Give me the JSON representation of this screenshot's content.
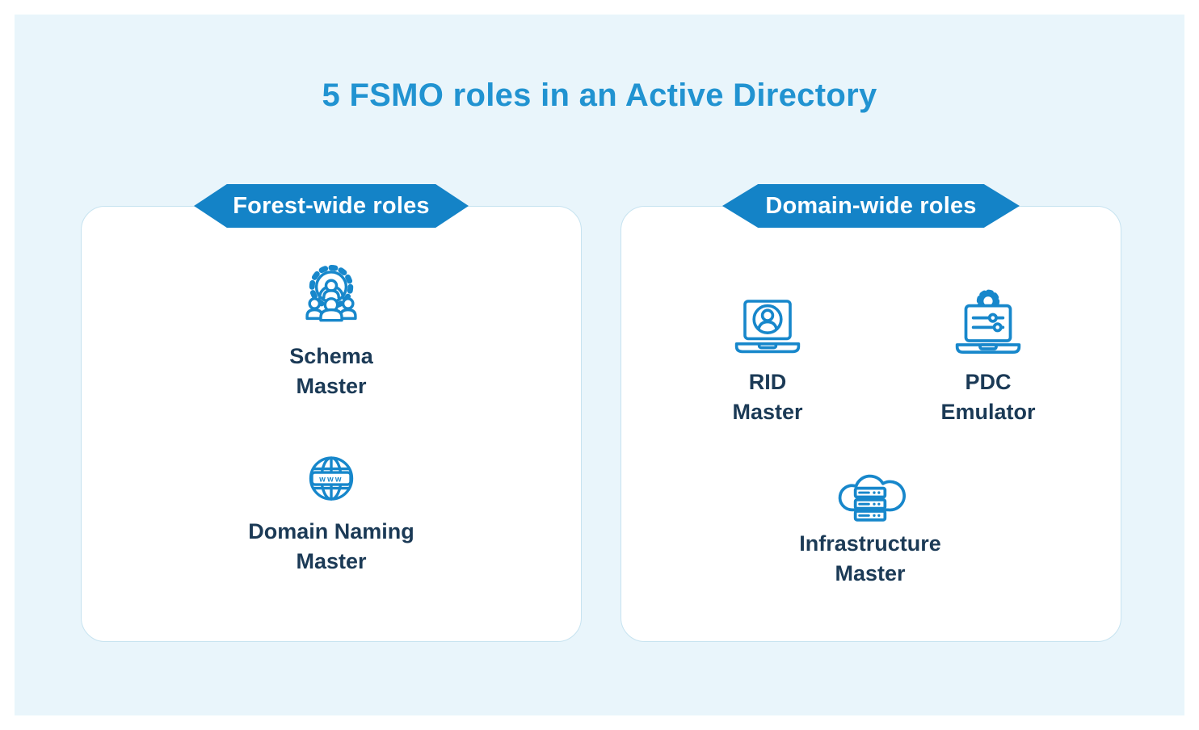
{
  "page": {
    "title": "5 FSMO roles in an Active Directory"
  },
  "colors": {
    "background": "#E9F5FB",
    "title_blue": "#2193D1",
    "badge_blue": "#1483C7",
    "icon_blue": "#1787CB",
    "label_navy": "#1B3A56",
    "card_border": "#C7E3F0"
  },
  "panels": [
    {
      "badge": "Forest-wide roles",
      "roles": [
        {
          "name": "Schema Master",
          "lines": [
            "Schema",
            "Master"
          ],
          "icon": "team-gear-icon"
        },
        {
          "name": "Domain Naming Master",
          "lines": [
            "Domain Naming",
            "Master"
          ],
          "icon": "globe-www-icon"
        }
      ]
    },
    {
      "badge": "Domain-wide roles",
      "roles": [
        {
          "name": "RID Master",
          "lines": [
            "RID",
            "Master"
          ],
          "icon": "laptop-user-icon"
        },
        {
          "name": "PDC Emulator",
          "lines": [
            "PDC",
            "Emulator"
          ],
          "icon": "laptop-settings-icon"
        },
        {
          "name": "Infrastructure Master",
          "lines": [
            "Infrastructure",
            "Master"
          ],
          "icon": "cloud-servers-icon"
        }
      ]
    }
  ],
  "icons": {
    "globe_label": "www"
  }
}
